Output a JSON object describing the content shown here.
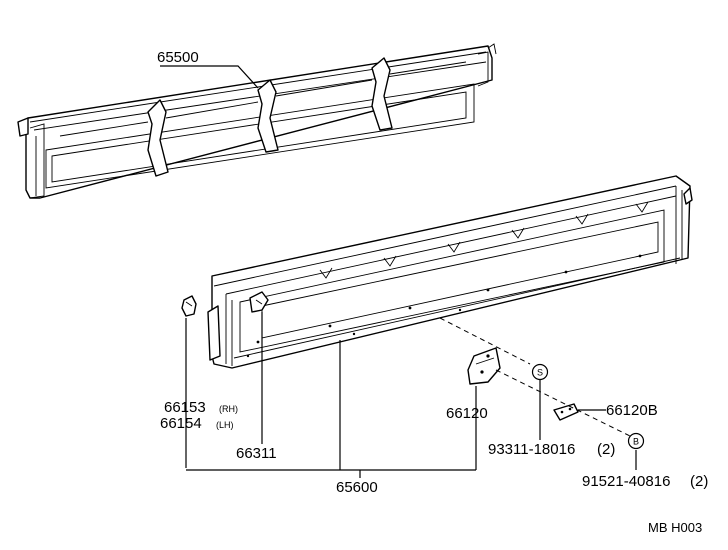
{
  "parts": {
    "upper_panel": "65500",
    "lower_panel": "65600",
    "rh_hinge": "66153",
    "rh_suffix": "(RH)",
    "lh_hinge": "66154",
    "lh_suffix": "(LH)",
    "latch": "66311",
    "bracket": "66120",
    "bracket_b": "66120B",
    "bolt_s": "93311-18016",
    "bolt_s_qty": "(2)",
    "bolt_b": "91521-40816",
    "bolt_b_qty": "(2)"
  },
  "symbols": {
    "s": "S",
    "b": "B"
  },
  "footer_code": "MB H003"
}
